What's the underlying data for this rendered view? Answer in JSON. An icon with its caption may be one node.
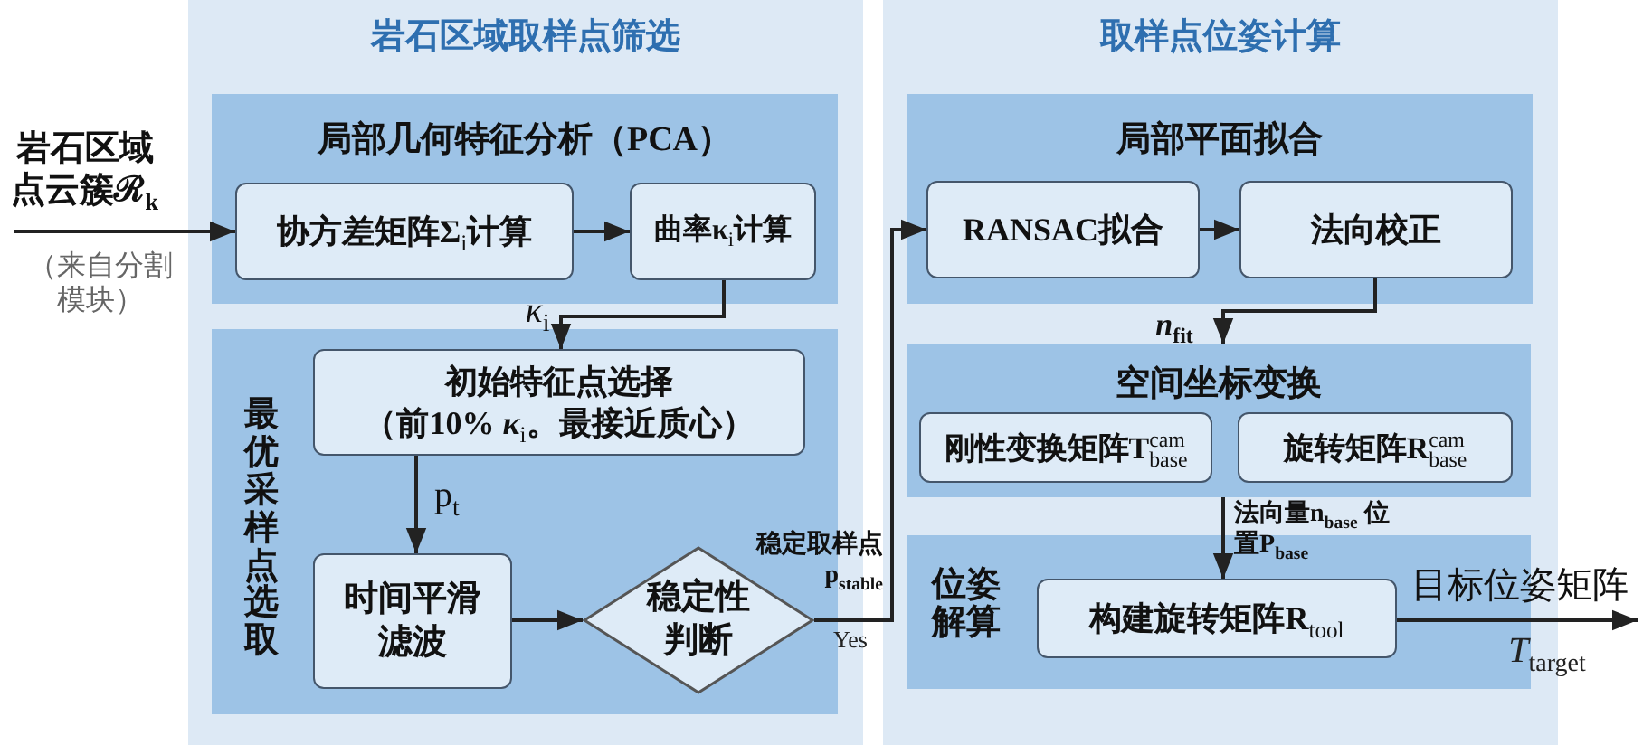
{
  "diagram": {
    "nodes": [
      {
        "text": [
          "岩石区域取样点筛选"
        ]
      },
      {
        "text": [
          "局部几何特征分析（PCA）"
        ],
        "in": 0
      },
      {
        "text": [
          "协方差矩阵Σ$_{i}$计算"
        ],
        "in": 1
      },
      {
        "text": [
          "曲率κ$_{i}$计算"
        ],
        "in": 1
      },
      {
        "text": [
          "最优采样点选取"
        ],
        "in": 0
      },
      {
        "text": [
          "初始特征点选择",
          "（前10% *κ*$_{i}$。最接近质心）"
        ],
        "in": 4
      },
      {
        "text": [
          "时间平滑滤波"
        ],
        "in": 4
      },
      {
        "text": [
          "稳定性判断"
        ],
        "in": 4
      },
      {
        "text": [
          "取样点位姿计算"
        ]
      },
      {
        "text": [
          "局部平面拟合"
        ],
        "in": 8
      },
      {
        "text": [
          "RANSAC拟合"
        ],
        "in": 9
      },
      {
        "text": [
          "法向校正"
        ],
        "in": 9
      },
      {
        "text": [
          "空间坐标变换"
        ],
        "in": 8
      },
      {
        "text": [
          "刚性变换矩阵T$^{cam}$$_{base}$"
        ],
        "in": 12
      },
      {
        "text": [
          "旋转矩阵R$^{cam}$$_{base}$"
        ],
        "in": 12
      },
      {
        "text": [
          "位姿解算"
        ],
        "in": 8
      },
      {
        "text": [
          "构建旋转矩阵R$_{tool}$"
        ],
        "in": 15
      }
    ],
    "edges": [
      {
        "from": null,
        "to": 2,
        "arrow": "to",
        "label": "岩石区域点云簇ℛ$_{k}$"
      },
      {
        "from": 2,
        "to": 3,
        "arrow": "to"
      },
      {
        "from": 3,
        "to": 5,
        "arrow": "to",
        "label": "*κ*$_{i}$"
      },
      {
        "from": 5,
        "to": 6,
        "arrow": "to",
        "label": "p$_{t}$"
      },
      {
        "from": 6,
        "to": 7,
        "arrow": "to"
      },
      {
        "from": 7,
        "to": 10,
        "arrow": "to",
        "label": "稳定取样点 p$_{stable}$"
      },
      {
        "from": 10,
        "to": 11,
        "arrow": "to"
      },
      {
        "from": 11,
        "to": 12,
        "arrow": "to",
        "label": "*n*$_{fit}$"
      },
      {
        "from": 12,
        "to": 16,
        "arrow": "to",
        "label": "法向量n$_{base}$ 位置P$_{base}$"
      },
      {
        "from": 16,
        "to": null,
        "arrow": "to",
        "label": "目标位姿矩阵"
      }
    ],
    "labels": [
      "（来自分割模块）",
      "Yes",
      "*T*$_{target}$"
    ]
  }
}
